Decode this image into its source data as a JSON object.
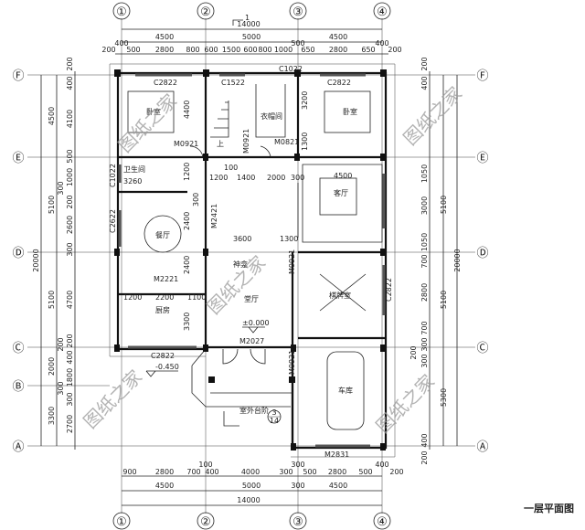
{
  "drawing_title": "一层平面图",
  "section_mark": "1",
  "axes": {
    "columns": [
      "①",
      "②",
      "③",
      "④"
    ],
    "rows": [
      "Ⓕ",
      "Ⓔ",
      "Ⓓ",
      "Ⓒ",
      "Ⓑ",
      "Ⓐ"
    ]
  },
  "dims_top": {
    "total": "14000",
    "bays": [
      "4500",
      "5000",
      "4500"
    ],
    "detail": [
      "200",
      "400",
      "500",
      "2800",
      "800",
      "600",
      "1500",
      "600",
      "800",
      "1000",
      "500",
      "650",
      "2800",
      "650",
      "400",
      "200"
    ]
  },
  "dims_bottom": {
    "total": "14000",
    "bays": [
      "4500",
      "5000",
      "4500"
    ],
    "detail": [
      "900",
      "2800",
      "700",
      "100",
      "400",
      "4000",
      "300",
      "300",
      "300",
      "500",
      "2800",
      "500",
      "400",
      "200"
    ]
  },
  "dims_left": {
    "total": "20000",
    "bays": [
      "4500",
      "5100",
      "5100",
      "2000",
      "3300"
    ],
    "detail": [
      "200",
      "400",
      "4100",
      "500",
      "1000",
      "300",
      "200",
      "2600",
      "300",
      "4700",
      "200",
      "200",
      "400",
      "1800",
      "300",
      "300",
      "2700"
    ]
  },
  "dims_right": {
    "total": "20000",
    "bays": [
      "5100",
      "5100"
    ],
    "detail": [
      "200",
      "400",
      "1050",
      "3000",
      "1050",
      "700",
      "2800",
      "700",
      "300",
      "200",
      "300",
      "5300",
      "400",
      "200"
    ]
  },
  "interior_dims": [
    "4400",
    "3200",
    "1300",
    "1200",
    "1200",
    "1400",
    "2000",
    "300",
    "4500",
    "2400",
    "3600",
    "1300",
    "2400",
    "1200",
    "2200",
    "1100",
    "3300",
    "3260",
    "100",
    "300"
  ],
  "rooms": {
    "bedroom_left": "卧室",
    "closet": "衣帽间",
    "bedroom_right": "卧室",
    "bathroom": "卫生间",
    "living": "客厅",
    "dining": "餐厅",
    "shrine": "神龛",
    "hall": "堂厅",
    "kitchen": "厨房",
    "game_room": "棋牌室",
    "garage": "车库",
    "stair_up": "上"
  },
  "openings": [
    "C2822",
    "C1522",
    "C1022",
    "C2822",
    "M0921",
    "M0921",
    "M0821",
    "C1022",
    "C2622",
    "M2421",
    "M2221",
    "C2822",
    "M2027",
    "M0921",
    "M0921",
    "C2822",
    "M2831"
  ],
  "levels": {
    "floor": "±0.000",
    "porch": "-0.450"
  },
  "detail_ref": {
    "label": "室外台阶",
    "number": "3",
    "sheet": "14"
  },
  "watermark": "图纸之家",
  "colors": {
    "line": "#222222",
    "wall": "#111111",
    "watermark": "#9a9a9a"
  }
}
